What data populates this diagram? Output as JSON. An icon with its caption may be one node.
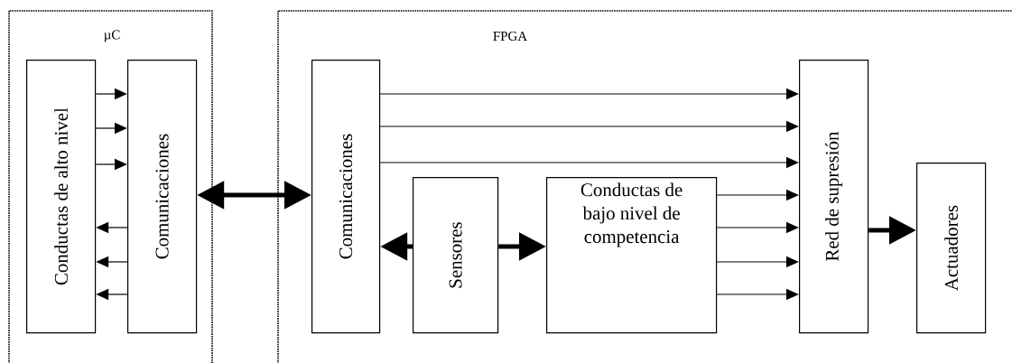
{
  "diagram": {
    "nodes": [
      {
        "text": [
          "µC"
        ]
      },
      {
        "text": [
          "Conductas de alto nivel"
        ],
        "in": 0
      },
      {
        "text": [
          "Comunicaciones"
        ],
        "in": 0
      },
      {
        "text": [
          "FPGA"
        ]
      },
      {
        "text": [
          "Comunicaciones"
        ],
        "in": 3
      },
      {
        "text": [
          "Sensores"
        ],
        "in": 3
      },
      {
        "text": [
          "Conductas de bajo nivel de competencia"
        ],
        "in": 3
      },
      {
        "text": [
          "Red de supresión"
        ],
        "in": 3
      },
      {
        "text": [
          "Actuadores"
        ],
        "in": 3
      }
    ],
    "edges": [
      {
        "from": 1,
        "to": 2,
        "arrow": "to"
      },
      {
        "from": 1,
        "to": 2,
        "arrow": "to"
      },
      {
        "from": 1,
        "to": 2,
        "arrow": "to"
      },
      {
        "from": 2,
        "to": 1,
        "arrow": "to"
      },
      {
        "from": 2,
        "to": 1,
        "arrow": "to"
      },
      {
        "from": 2,
        "to": 1,
        "arrow": "to"
      },
      {
        "from": 2,
        "to": 4,
        "arrow": "both",
        "style": "thick"
      },
      {
        "from": 4,
        "to": 7,
        "arrow": "to"
      },
      {
        "from": 4,
        "to": 7,
        "arrow": "to"
      },
      {
        "from": 4,
        "to": 7,
        "arrow": "to"
      },
      {
        "from": 5,
        "to": 4,
        "arrow": "to",
        "style": "thick"
      },
      {
        "from": 5,
        "to": 6,
        "arrow": "to",
        "style": "thick"
      },
      {
        "from": 6,
        "to": 7,
        "arrow": "to"
      },
      {
        "from": 6,
        "to": 7,
        "arrow": "to"
      },
      {
        "from": 6,
        "to": 7,
        "arrow": "to"
      },
      {
        "from": 6,
        "to": 7,
        "arrow": "to"
      },
      {
        "from": 7,
        "to": 8,
        "arrow": "to",
        "style": "thick"
      }
    ]
  }
}
